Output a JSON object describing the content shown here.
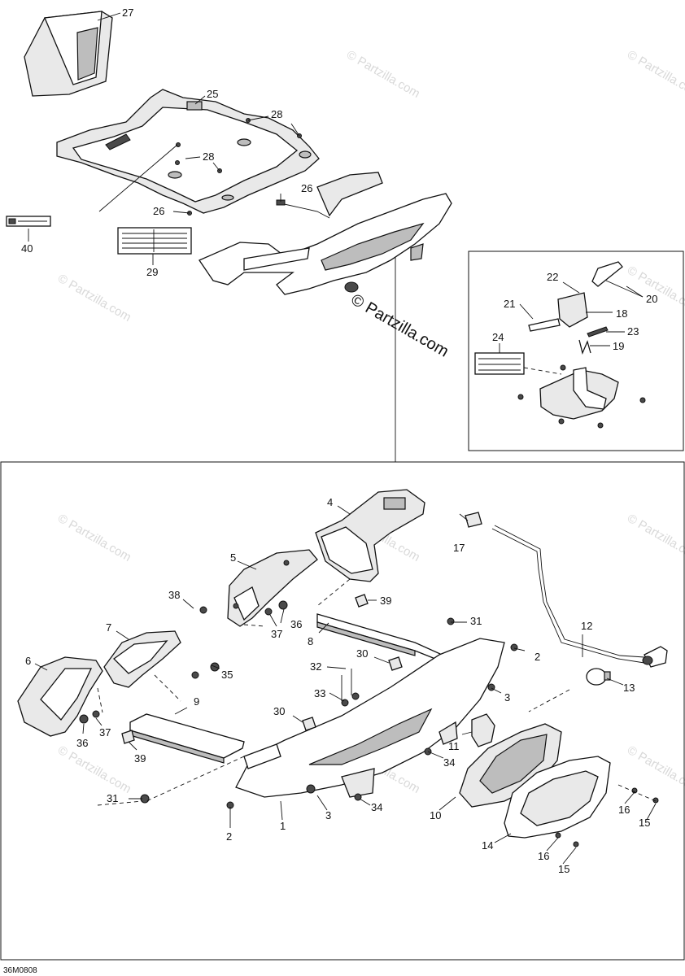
{
  "watermark_text": "© Partzilla.com",
  "brand_watermark": "© Partzilla.com",
  "diagram_code": "36M0808",
  "callouts": {
    "c1": "1",
    "c2a": "2",
    "c2b": "2",
    "c3a": "3",
    "c3b": "3",
    "c4": "4",
    "c5": "5",
    "c6": "6",
    "c7": "7",
    "c8": "8",
    "c9": "9",
    "c10": "10",
    "c11": "11",
    "c12": "12",
    "c13": "13",
    "c14": "14",
    "c15a": "15",
    "c15b": "15",
    "c16a": "16",
    "c16b": "16",
    "c17": "17",
    "c18": "18",
    "c19": "19",
    "c20": "20",
    "c21": "21",
    "c22": "22",
    "c23": "23",
    "c24": "24",
    "c25": "25",
    "c26a": "26",
    "c26b": "26",
    "c27": "27",
    "c28a": "28",
    "c28b": "28",
    "c29": "29",
    "c30a": "30",
    "c30b": "30",
    "c31a": "31",
    "c31b": "31",
    "c32": "32",
    "c33": "33",
    "c34a": "34",
    "c34b": "34",
    "c35": "35",
    "c36a": "36",
    "c36b": "36",
    "c37a": "37",
    "c37b": "37",
    "c38": "38",
    "c39a": "39",
    "c39b": "39",
    "c40": "40"
  }
}
